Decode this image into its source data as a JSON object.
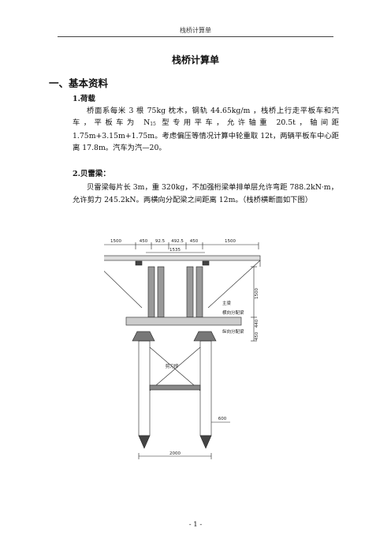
{
  "header": {
    "running_title": "栈桥计算单"
  },
  "document": {
    "title": "栈桥计算单",
    "section1": {
      "heading": "一、基本资料"
    },
    "load": {
      "heading": "1.荷载",
      "p_before_sub": "桥面系每米 3 根 75kg 枕木，钢轨 44.65kg/m ，栈桥上行走平板车和汽车，平板车为 N",
      "sub": "15",
      "p_after_sub": " 型专用平车，允许轴重 20.5t，轴间距 1.75m+3.15m+1.75m。考虑偏压等情况计算中轮重取 12t，两辆平板车中心距离 17.8m。汽车为汽—20。"
    },
    "beilei": {
      "heading": "2.贝雷梁：",
      "text": "贝雷梁每片长 3m，重 320kg，不加强桁梁单排单层允许弯距 788.2kN·m，允许剪力 245.2kN。两横向分配梁之间距离 12m。（栈桥横断面如下图）"
    }
  },
  "figure": {
    "dims_top": [
      "1500",
      "450",
      "92.5",
      "492.5",
      "450",
      "1500"
    ],
    "dim_1535": "1535",
    "dim_side": [
      "1500",
      "440",
      "450"
    ],
    "dim_600": "600",
    "dim_2000": "2000",
    "labels": {
      "main_beam": "主梁",
      "transverse_beam": "横向分配梁",
      "pile_label": "纵向分配梁",
      "cross_brace": "剪刀撑"
    }
  },
  "footer": {
    "page_number": "- 1 -"
  }
}
